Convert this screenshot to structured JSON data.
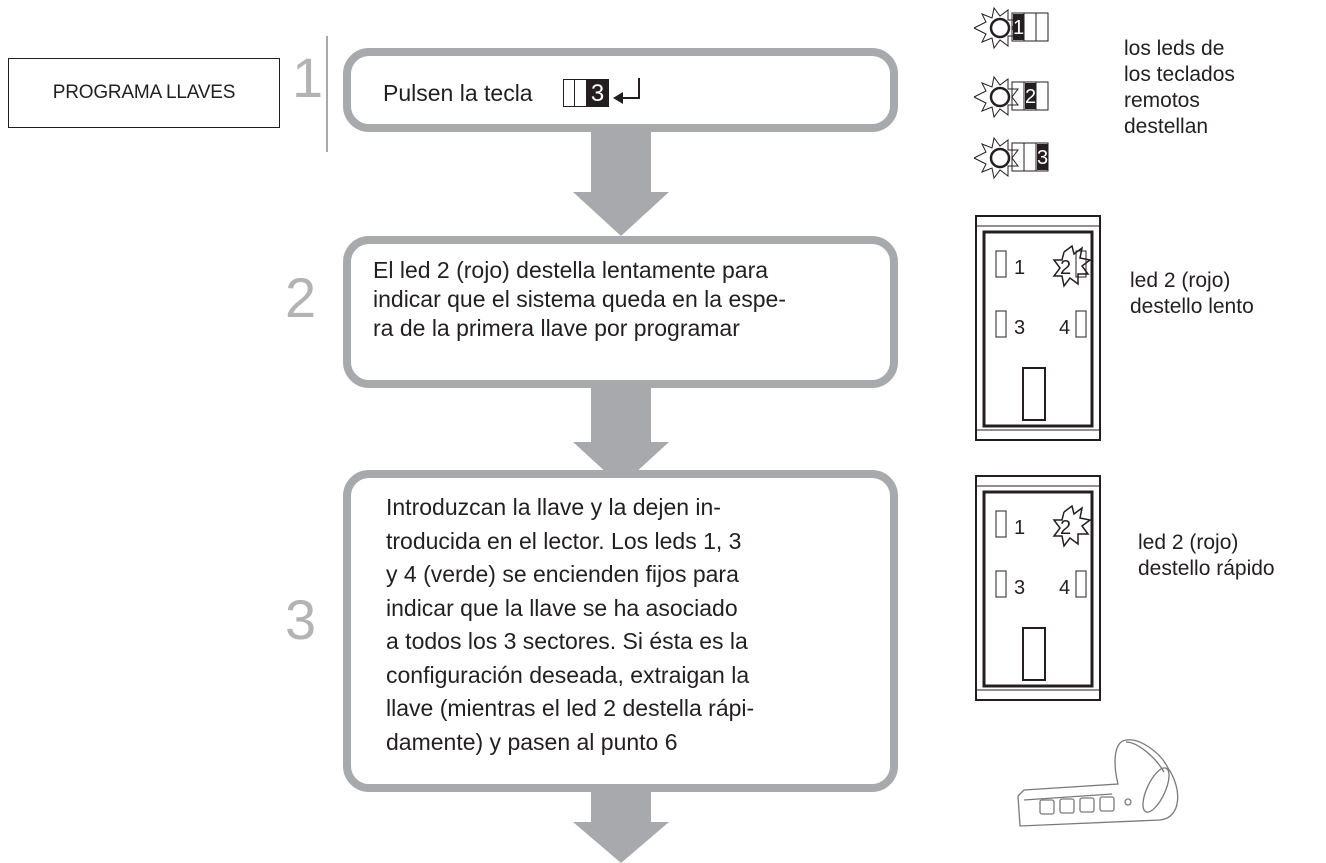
{
  "title": "PROGRAMA LLAVES",
  "steps": [
    {
      "number": "1",
      "text": "Pulsen la tecla",
      "key_label": "3"
    },
    {
      "number": "2",
      "lines": [
        "El led 2 (rojo) destella lentamente para",
        "indicar que el sistema queda en la espe-",
        "ra de la primera llave por programar"
      ]
    },
    {
      "number": "3",
      "lines": [
        "Introduzcan la llave y la dejen in-",
        "troducida en el lector. Los leds 1, 3",
        "y 4 (verde) se encienden fijos para",
        "indicar que la llave se ha asociado",
        "a todos los 3 sectores. Si ésta es la",
        "configuración deseada, extraigan la",
        "llave (mientras el led 2 destella rápi-",
        "damente) y pasen al punto 6"
      ]
    }
  ],
  "side": {
    "keypads": {
      "keys": [
        "1",
        "2",
        "3"
      ],
      "lines": [
        "los leds de",
        "los teclados",
        "remotos",
        "destellan"
      ]
    },
    "reader_slow": {
      "leds": [
        "1",
        "2",
        "3",
        "4"
      ],
      "lines": [
        "led 2 (rojo)",
        "destello lento"
      ]
    },
    "reader_fast": {
      "leds": [
        "1",
        "2",
        "3",
        "4"
      ],
      "lines": [
        "led 2 (rojo)",
        "destello rápido"
      ]
    }
  },
  "colors": {
    "ink": "#231f20",
    "box_gray": "#a7a9ac",
    "step_number": "#b3b3b3"
  }
}
